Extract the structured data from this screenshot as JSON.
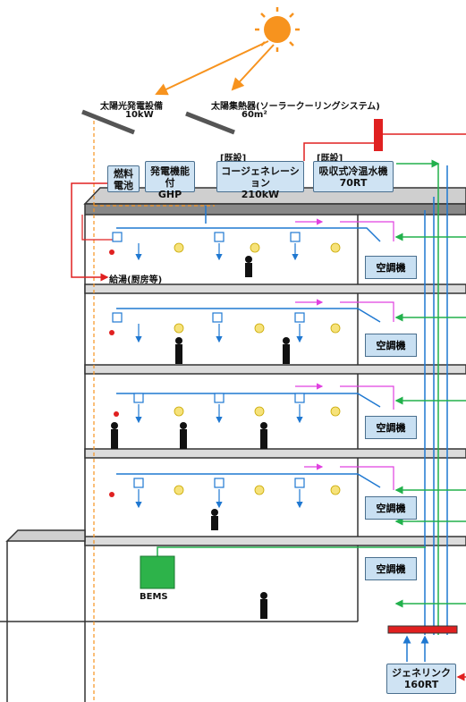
{
  "solar_panel": {
    "name": "太陽光発電設備",
    "capacity": "10kW"
  },
  "solar_collector": {
    "name": "太陽集熱器(ソーラークーリングシステム)",
    "area": "60m²"
  },
  "equipment": {
    "fuel_cell": {
      "line1": "燃料",
      "line2": "電池"
    },
    "ghp": {
      "line1": "発電機能付",
      "line2": "GHP"
    },
    "cogen": {
      "tag": "[既設]",
      "line1": "コージェネレーション",
      "line2": "210kW"
    },
    "absorption": {
      "tag": "[既設]",
      "line1": "吸収式冷温水機",
      "line2": "70RT"
    }
  },
  "hot_water_label": "給湯(厨房等)",
  "ac_label": "空調機",
  "bems_label": "BEMS",
  "genelink": {
    "line1": "ジェネリンク",
    "line2": "160RT"
  },
  "colors": {
    "sun": "#f7931e",
    "heat": "#e02020",
    "cold": "#1f78d1",
    "green": "#22b14c",
    "magenta": "#e040e0",
    "bems": "#2db34a"
  }
}
